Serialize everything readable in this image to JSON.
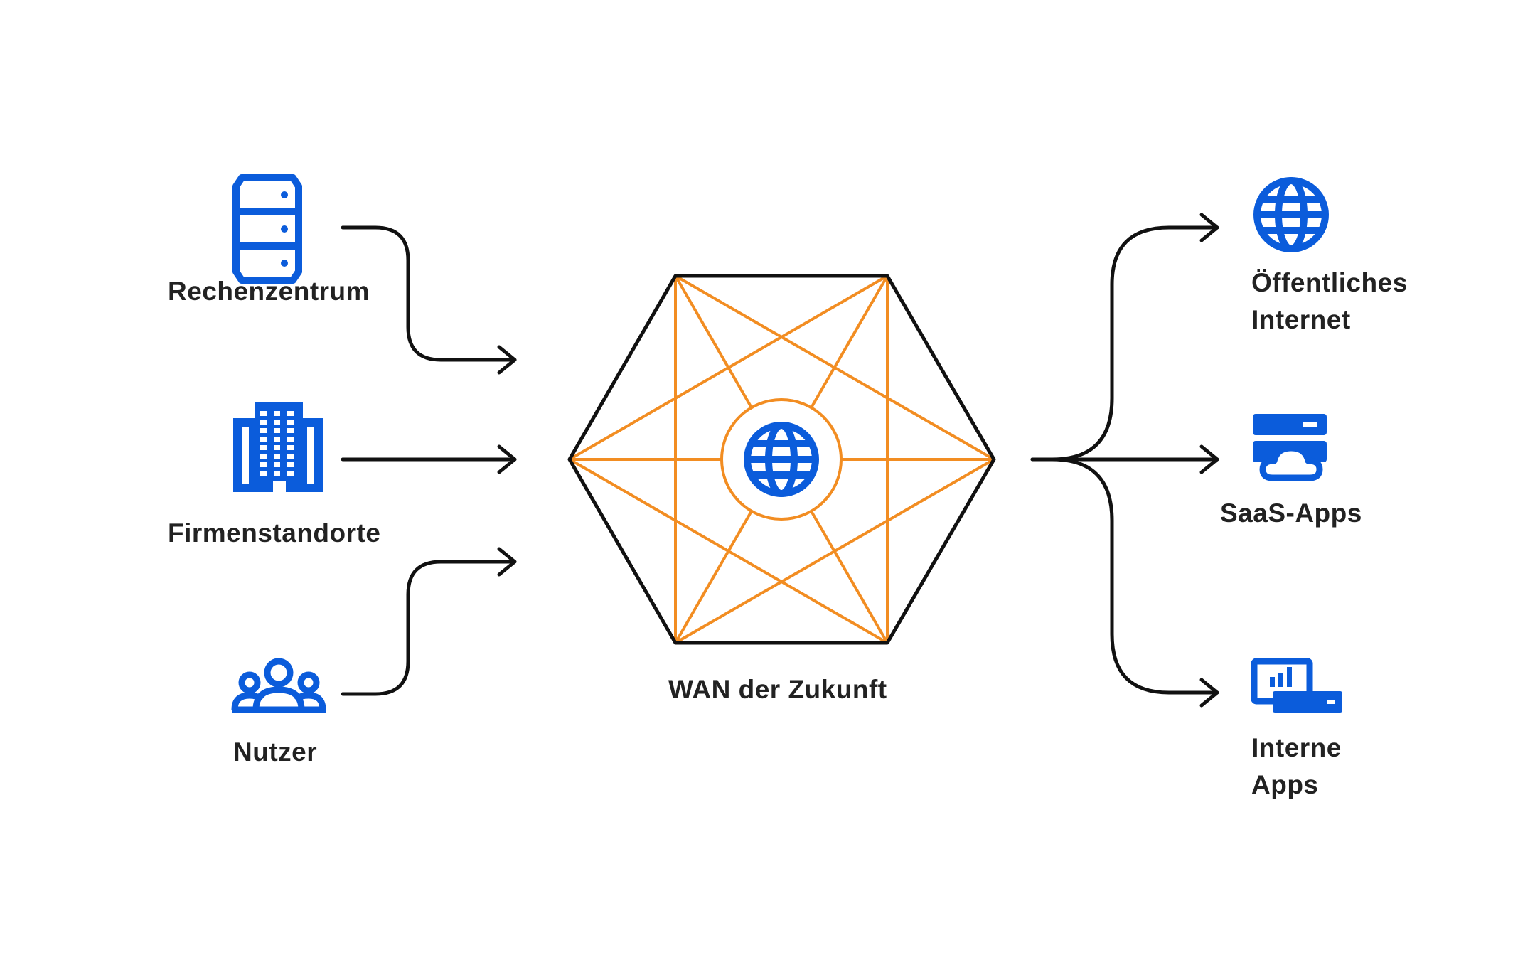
{
  "colors": {
    "icon": "#0b5cdb",
    "mesh": "#f28d22",
    "line": "#111111",
    "text": "#222222",
    "background": "#ffffff"
  },
  "center": {
    "label": "WAN der Zukunft",
    "icon": "globe-icon"
  },
  "sources": [
    {
      "id": "datacenter",
      "label": "Rechenzentrum",
      "icon": "server-stack-icon"
    },
    {
      "id": "branches",
      "label": "Firmenstandorte",
      "icon": "office-building-icon"
    },
    {
      "id": "users",
      "label": "Nutzer",
      "icon": "user-group-icon"
    }
  ],
  "targets": [
    {
      "id": "public-internet",
      "label_line1": "Öffentliches",
      "label_line2": "Internet",
      "icon": "globe-icon"
    },
    {
      "id": "saas",
      "label": "SaaS-Apps",
      "icon": "cloud-server-icon"
    },
    {
      "id": "internal-apps",
      "label_line1": "Interne",
      "label_line2": "Apps",
      "icon": "app-dashboard-icon"
    }
  ]
}
